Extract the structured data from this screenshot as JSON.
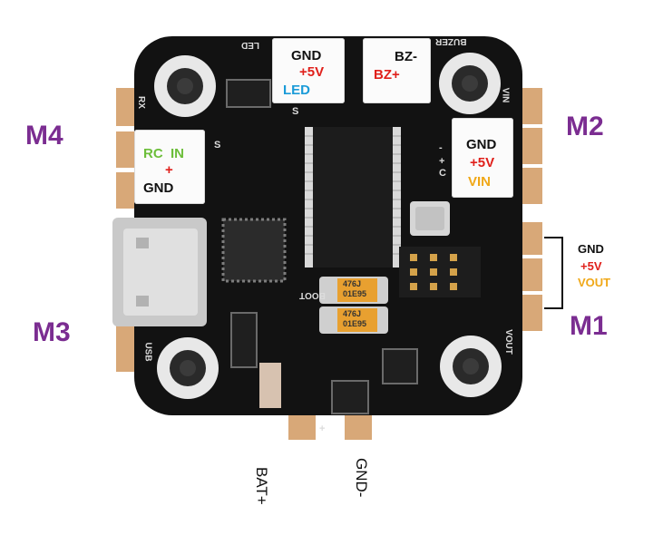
{
  "colors": {
    "motor_label": "#7b2d91",
    "gnd": "#111111",
    "plus5v": "#e0201b",
    "vin": "#f0a818",
    "vout": "#f0a818",
    "led": "#1a9bd8",
    "rc_in": "#6cbe3a",
    "board": "#121212",
    "pad": "#d8a878",
    "tantalum": "#e8a030"
  },
  "motors": {
    "m1": "M1",
    "m2": "M2",
    "m3": "M3",
    "m4": "M4"
  },
  "connectors": {
    "led_conn": {
      "gnd": "GND",
      "plus5v": "+5V",
      "led": "LED"
    },
    "buzzer_conn": {
      "bz_minus": "BZ-",
      "bz_plus": "BZ+"
    },
    "rc_conn": {
      "rc": "RC",
      "in": "IN",
      "plus": "+",
      "gnd": "GND"
    },
    "vin_conn": {
      "gnd": "GND",
      "plus5v": "+5V",
      "vin": "VIN"
    },
    "vout_group": {
      "gnd": "GND",
      "plus5v": "+5V",
      "vout": "VOUT"
    }
  },
  "power_pads": {
    "bat_plus": "BAT+",
    "gnd_minus": "GND-"
  },
  "silkscreen": {
    "buzzer": "BUZER",
    "led": "LED",
    "rx": "RX",
    "vin": "VIN",
    "usb": "USB",
    "boot": "BOOT",
    "vout": "VOUT",
    "s_left": "S",
    "s_mid": "S",
    "plus": "+",
    "minus": "-",
    "c": "C",
    "plus_bottom": "+"
  },
  "chips": {
    "tantalum_1_a": "476J",
    "tantalum_1_b": "01E95",
    "tantalum_2_a": "476J",
    "tantalum_2_b": "01E95"
  }
}
